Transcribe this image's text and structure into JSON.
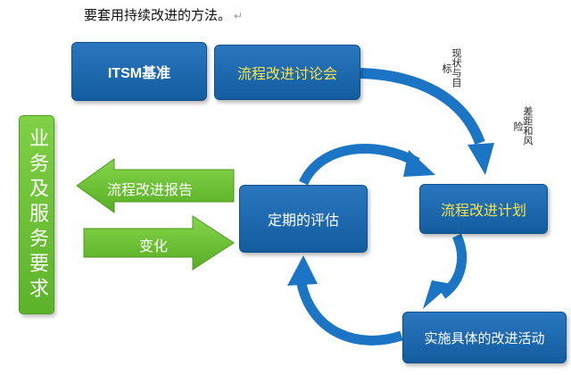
{
  "header": {
    "text": "要套用持续改进的方法。",
    "mark": "↵"
  },
  "boxes": {
    "itsm": "ITSM基准",
    "forum": "流程改进讨论会",
    "evaluation": "定期的评估",
    "plan": "流程改进计划",
    "implement": "实施具体的改进活动",
    "business": "业务及服务要求"
  },
  "notes": {
    "status_target": "现状与目标",
    "gap_risk": "差距和风险"
  },
  "arrow_labels": {
    "report": "流程改进报告",
    "change": "变化"
  },
  "colors": {
    "blue_box": "#1f6db3",
    "blue_arrow": "#1b75c4",
    "green": "#6cc234",
    "yellow_text": "#f5e34a"
  }
}
